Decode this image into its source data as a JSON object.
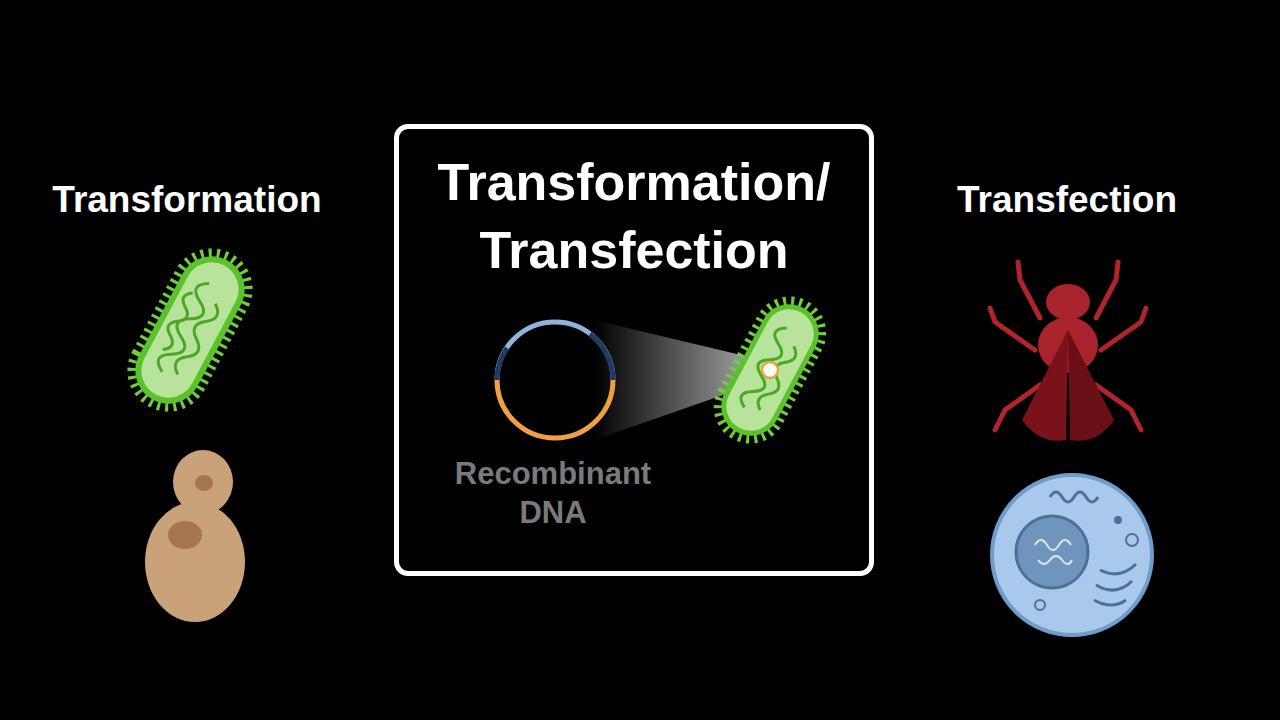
{
  "diagram": {
    "nodes": [
      {
        "text": [
          "Transformation/ Transfection"
        ]
      }
    ],
    "labels": [
      "Transformation",
      "Recombinant DNA",
      "Transfection"
    ]
  }
}
